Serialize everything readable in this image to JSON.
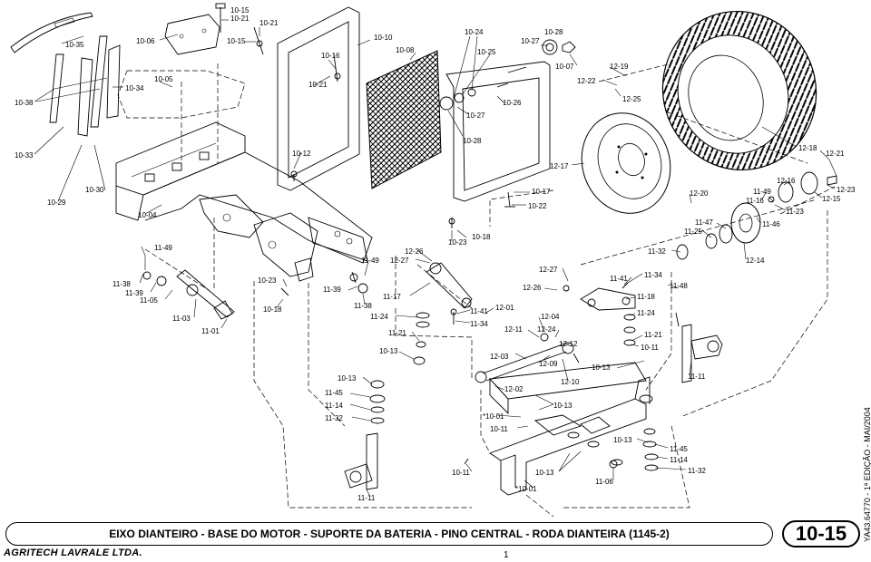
{
  "title": "EIXO DIANTEIRO - BASE DO MOTOR - SUPORTE DA BATERIA - PINO CENTRAL - RODA DIANTEIRA (1145-2)",
  "section": "10-15",
  "brand": "AGRITECH LAVRALE LTDA.",
  "page_number": "1",
  "side_note": "YA43.64770 - 1ª EDIÇÃO - MAI/2004",
  "callouts": [
    {
      "id": "c1",
      "text": "10-35"
    },
    {
      "id": "c2",
      "text": "10-06"
    },
    {
      "id": "c3",
      "text": "10-15"
    },
    {
      "id": "c4",
      "text": "10-21"
    },
    {
      "id": "c5",
      "text": "10-21"
    },
    {
      "id": "c6",
      "text": "10-15"
    },
    {
      "id": "c7",
      "text": "10-16"
    },
    {
      "id": "c8",
      "text": "10-10"
    },
    {
      "id": "c9",
      "text": "10-08"
    },
    {
      "id": "c10",
      "text": "10-24"
    },
    {
      "id": "c11",
      "text": "10-28"
    },
    {
      "id": "c12",
      "text": "10-27"
    },
    {
      "id": "c13",
      "text": "10-25"
    },
    {
      "id": "c14",
      "text": "10-07"
    },
    {
      "id": "c15",
      "text": "12-19"
    },
    {
      "id": "c16",
      "text": "12-22"
    },
    {
      "id": "c17",
      "text": "12-25"
    },
    {
      "id": "c18",
      "text": "10-34"
    },
    {
      "id": "c19",
      "text": "10-05"
    },
    {
      "id": "c20",
      "text": "10-21"
    },
    {
      "id": "c21",
      "text": "10-26"
    },
    {
      "id": "c22",
      "text": "10-27"
    },
    {
      "id": "c23",
      "text": "10-38"
    },
    {
      "id": "c24",
      "text": "10-28"
    },
    {
      "id": "c25",
      "text": "10-33"
    },
    {
      "id": "c26",
      "text": "10-12"
    },
    {
      "id": "c27",
      "text": "12-18"
    },
    {
      "id": "c28",
      "text": "12-21"
    },
    {
      "id": "c29",
      "text": "12-17"
    },
    {
      "id": "c30",
      "text": "12-16"
    },
    {
      "id": "c31",
      "text": "12-23"
    },
    {
      "id": "c32",
      "text": "10-30"
    },
    {
      "id": "c33",
      "text": "10-29"
    },
    {
      "id": "c34",
      "text": "10-17"
    },
    {
      "id": "c35",
      "text": "12-20"
    },
    {
      "id": "c36",
      "text": "11-49"
    },
    {
      "id": "c37",
      "text": "11-16"
    },
    {
      "id": "c38",
      "text": "12-15"
    },
    {
      "id": "c39",
      "text": "10-22"
    },
    {
      "id": "c40",
      "text": "11-23"
    },
    {
      "id": "c41",
      "text": "10-04"
    },
    {
      "id": "c42",
      "text": "11-47"
    },
    {
      "id": "c43",
      "text": "11-46"
    },
    {
      "id": "c44",
      "text": "11-25"
    },
    {
      "id": "c45",
      "text": "10-18"
    },
    {
      "id": "c46",
      "text": "10-23"
    },
    {
      "id": "c47",
      "text": "11-49"
    },
    {
      "id": "c48",
      "text": "12-26"
    },
    {
      "id": "c49",
      "text": "12-27"
    },
    {
      "id": "c50",
      "text": "11-49"
    },
    {
      "id": "c51",
      "text": "11-32"
    },
    {
      "id": "c52",
      "text": "12-14"
    },
    {
      "id": "c53",
      "text": "11-38"
    },
    {
      "id": "c54",
      "text": "11-39"
    },
    {
      "id": "c55",
      "text": "11-05"
    },
    {
      "id": "c56",
      "text": "10-23"
    },
    {
      "id": "c57",
      "text": "12-27"
    },
    {
      "id": "c58",
      "text": "11-34"
    },
    {
      "id": "c59",
      "text": "11-41"
    },
    {
      "id": "c60",
      "text": "11-39"
    },
    {
      "id": "c61",
      "text": "12-26"
    },
    {
      "id": "c62",
      "text": "11-48"
    },
    {
      "id": "c63",
      "text": "11-17"
    },
    {
      "id": "c64",
      "text": "11-18"
    },
    {
      "id": "c65",
      "text": "10-18"
    },
    {
      "id": "c66",
      "text": "11-38"
    },
    {
      "id": "c67",
      "text": "11-41"
    },
    {
      "id": "c68",
      "text": "12-01"
    },
    {
      "id": "c69",
      "text": "11-24"
    },
    {
      "id": "c70",
      "text": "11-03"
    },
    {
      "id": "c71",
      "text": "11-24"
    },
    {
      "id": "c72",
      "text": "11-34"
    },
    {
      "id": "c73",
      "text": "12-04"
    },
    {
      "id": "c74",
      "text": "11-01"
    },
    {
      "id": "c75",
      "text": "11-21"
    },
    {
      "id": "c76",
      "text": "12-11"
    },
    {
      "id": "c77",
      "text": "12-24"
    },
    {
      "id": "c78",
      "text": "11-21"
    },
    {
      "id": "c79",
      "text": "12-12"
    },
    {
      "id": "c80",
      "text": "10-11"
    },
    {
      "id": "c81",
      "text": "10-13"
    },
    {
      "id": "c82",
      "text": "12-03"
    },
    {
      "id": "c83",
      "text": "12-09"
    },
    {
      "id": "c84",
      "text": "10-13"
    },
    {
      "id": "c85",
      "text": "12-10"
    },
    {
      "id": "c86",
      "text": "11-11"
    },
    {
      "id": "c87",
      "text": "10-13"
    },
    {
      "id": "c88",
      "text": "12-02"
    },
    {
      "id": "c89",
      "text": "11-45"
    },
    {
      "id": "c90",
      "text": "10-13"
    },
    {
      "id": "c91",
      "text": "11-14"
    },
    {
      "id": "c92",
      "text": "*10-01"
    },
    {
      "id": "c93",
      "text": "11-32"
    },
    {
      "id": "c94",
      "text": "10-11"
    },
    {
      "id": "c95",
      "text": "10-13"
    },
    {
      "id": "c96",
      "text": "11-45"
    },
    {
      "id": "c97",
      "text": "11-14"
    },
    {
      "id": "c98",
      "text": "10-11"
    },
    {
      "id": "c99",
      "text": "10-13"
    },
    {
      "id": "c100",
      "text": "11-06"
    },
    {
      "id": "c101",
      "text": "11-32"
    },
    {
      "id": "c102",
      "text": "*10-01"
    },
    {
      "id": "c103",
      "text": "11-11"
    }
  ]
}
